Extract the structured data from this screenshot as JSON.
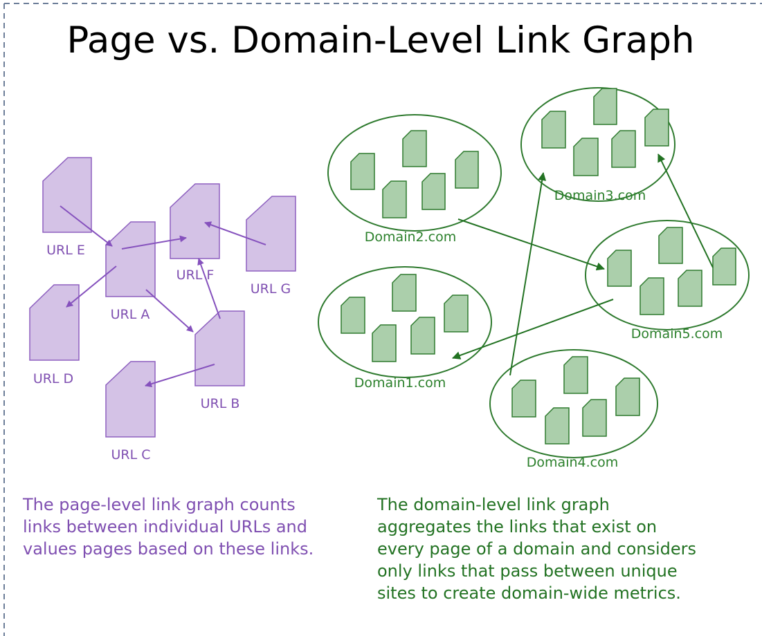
{
  "title": "Page vs. Domain-Level Link Graph",
  "colors": {
    "page_fill": "#d4c2e6",
    "page_stroke": "#8d5fbf",
    "page_text": "#7f4fb1",
    "page_arrow": "#8551bd",
    "domain_fill": "#abcfab",
    "domain_stroke": "#2e7a2e",
    "domain_text": "#2a7f2a",
    "domain_arrow": "#227222",
    "border": "#6c7d98"
  },
  "page_graph": {
    "urls": [
      {
        "id": "A",
        "label": "URL A"
      },
      {
        "id": "B",
        "label": "URL B"
      },
      {
        "id": "C",
        "label": "URL C"
      },
      {
        "id": "D",
        "label": "URL D"
      },
      {
        "id": "E",
        "label": "URL E"
      },
      {
        "id": "F",
        "label": "URL F"
      },
      {
        "id": "G",
        "label": "URL G"
      }
    ],
    "links": [
      {
        "from": "E",
        "to": "A"
      },
      {
        "from": "A",
        "to": "F"
      },
      {
        "from": "A",
        "to": "D"
      },
      {
        "from": "A",
        "to": "B"
      },
      {
        "from": "G",
        "to": "F"
      },
      {
        "from": "B",
        "to": "F"
      },
      {
        "from": "B",
        "to": "C"
      }
    ],
    "caption": [
      "The page-level link graph counts",
      "links between individual URLs and",
      "values pages based on these links."
    ]
  },
  "domain_graph": {
    "domains": [
      {
        "id": "d1",
        "label": "Domain1.com"
      },
      {
        "id": "d2",
        "label": "Domain2.com"
      },
      {
        "id": "d3",
        "label": "Domain3.com"
      },
      {
        "id": "d4",
        "label": "Domain4.com"
      },
      {
        "id": "d5",
        "label": "Domain5.com"
      }
    ],
    "links": [
      {
        "from": "d2",
        "to": "d5"
      },
      {
        "from": "d5",
        "to": "d1"
      },
      {
        "from": "d4",
        "to": "d3"
      },
      {
        "from": "d5",
        "to": "d3"
      }
    ],
    "caption": [
      "The domain-level link graph",
      "aggregates the links that exist on",
      "every page of a domain and considers",
      "only links that pass between unique",
      "sites to create domain-wide metrics."
    ]
  }
}
